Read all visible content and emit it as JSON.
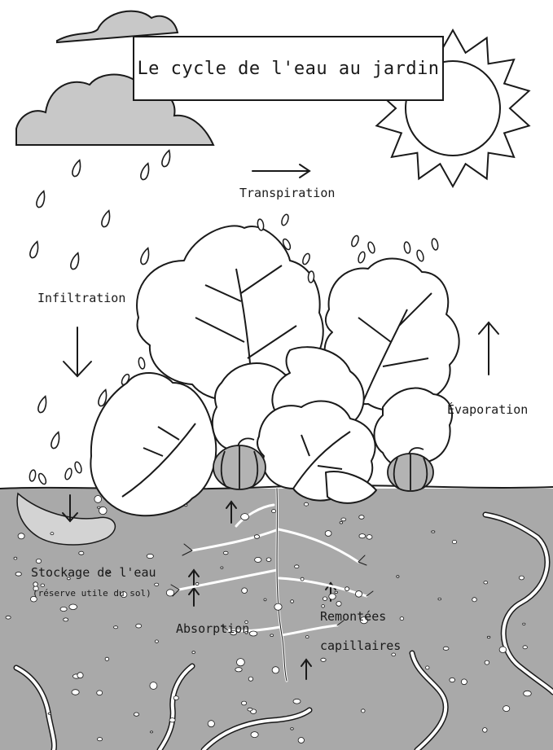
{
  "title": "Le cycle de l'eau au jardin",
  "labels": {
    "transpiration": "Transpiration",
    "infiltration": "Infiltration",
    "evaporation": "Évaporation",
    "stockage": "Stockage de l'eau",
    "reserve": "(réserve utile du sol)",
    "absorption": "Absorption",
    "remontees_line1": "Remontées",
    "remontees_line2": "capillaires"
  },
  "colors": {
    "ink": "#1a1a1a",
    "soil": "#a9a9a9",
    "cloud": "#c8c8c8",
    "pumpkin": "#b3b3b3",
    "paper": "#ffffff"
  },
  "icons": [
    "cloud-icon",
    "sun-icon",
    "raindrop-icon",
    "arrow-icon",
    "plant-icon",
    "pumpkin-icon",
    "root-icon",
    "worm-icon",
    "pebble-icon"
  ]
}
